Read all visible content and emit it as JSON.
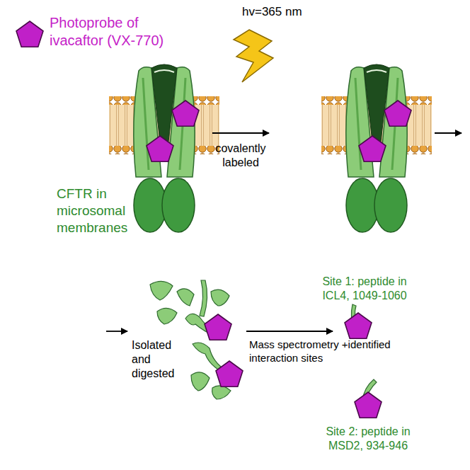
{
  "diagram": {
    "labels": [
      "hv=365 nm",
      "covalently labeled",
      "CFTR in microsomal membranes",
      "Isolated and digested",
      "Mass spectrometry +identified interaction sites",
      "Site 1: peptide in ICL4, 1049-1060",
      "Site 2: peptide in MSD2, 934-946"
    ],
    "legend": [
      {
        "text": "Photoprobe of ivacaftor (VX-770)"
      }
    ]
  }
}
